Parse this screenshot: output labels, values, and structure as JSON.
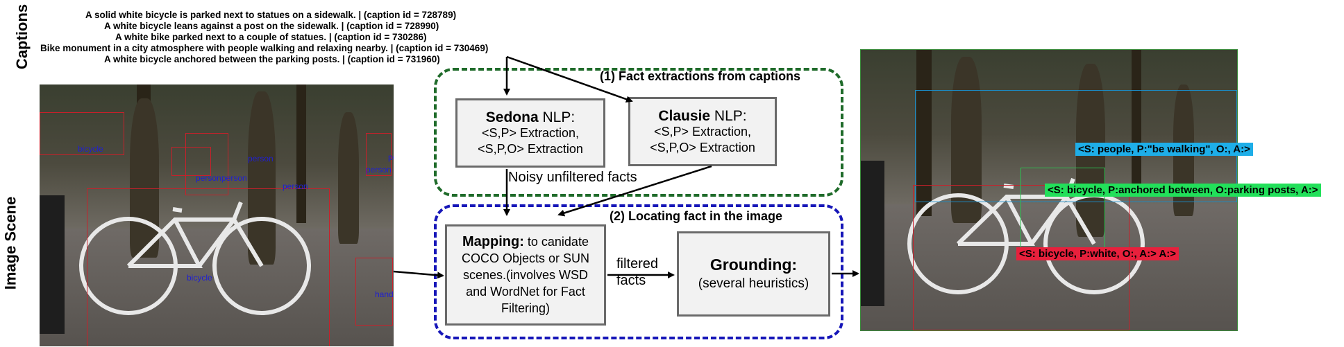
{
  "side_labels": {
    "captions": "Captions",
    "image_scene": "Image Scene"
  },
  "captions": [
    "A solid white bicycle is parked next to statues on a sidewalk. |   (caption id = 728789)",
    "A white bicycle leans against a post on the sidewalk. |   (caption id = 728990)",
    "A white bike parked next to a  couple of statues. |   (caption id = 730286)",
    "Bike monument in a city atmosphere with people walking and relaxing nearby. |   (caption id = 730469)",
    "A white bicycle anchored between the parking posts. |   (caption id = 731960)"
  ],
  "object_labels": [
    "bicycle",
    "handbag",
    "person",
    "person",
    "person",
    "person",
    "person",
    "person",
    "bicycle"
  ],
  "fact_extraction": {
    "title": "(1) Fact extractions from captions",
    "sedona": {
      "name": "Sedona",
      "suffix": " NLP:",
      "line1": "<S,P> Extraction,",
      "line2": "<S,P,O> Extraction"
    },
    "clausie": {
      "name": "Clausie",
      "suffix": " NLP:",
      "line1": "<S,P> Extraction,",
      "line2": "<S,P,O> Extraction"
    },
    "noisy_label": "Noisy unfiltered facts"
  },
  "locating": {
    "title": "(2) Locating fact in the image",
    "mapping_head": "Mapping:",
    "mapping_text": " to canidate COCO Objects or SUN scenes.(involves WSD and WordNet for Fact Filtering)",
    "filtered_label": "filtered\nfacts",
    "grounding_head": "Grounding:",
    "grounding_text": "(several heuristics)"
  },
  "facts": [
    {
      "text": "<S: people, P:\"be walking\", O:, A:>",
      "color": "#1eaee8"
    },
    {
      "text": "<S: bicycle, P:anchored between, O:parking posts, A:>",
      "color": "#22e05a"
    },
    {
      "text": "<S: bicycle, P:white, O:, A:> A:>",
      "color": "#e8203c"
    }
  ],
  "colors": {
    "green_dash": "#1f6b2a",
    "blue_dash": "#1616b8"
  }
}
